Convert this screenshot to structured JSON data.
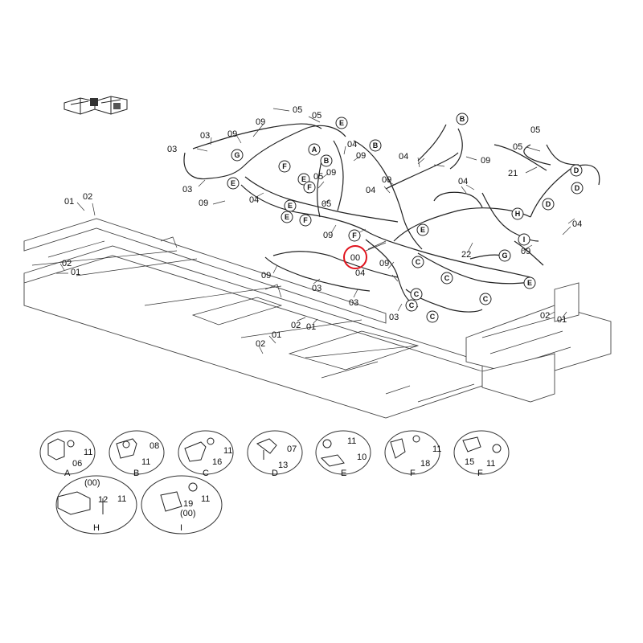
{
  "highlight": {
    "label": "00",
    "color": "#e0141e"
  },
  "callouts": [
    {
      "id": "c1",
      "text": "05"
    },
    {
      "id": "c2",
      "text": "05"
    },
    {
      "id": "c3",
      "text": "09"
    },
    {
      "id": "c4",
      "text": "03"
    },
    {
      "id": "c5",
      "text": "09"
    },
    {
      "id": "c6",
      "text": "03"
    },
    {
      "id": "c7",
      "text": "03"
    },
    {
      "id": "c8",
      "text": "04"
    },
    {
      "id": "c9",
      "text": "09"
    },
    {
      "id": "c10",
      "text": "05"
    },
    {
      "id": "c11",
      "text": "05"
    },
    {
      "id": "c12",
      "text": "04"
    },
    {
      "id": "c13",
      "text": "09"
    },
    {
      "id": "c14",
      "text": "04"
    },
    {
      "id": "c15",
      "text": "09"
    },
    {
      "id": "c16",
      "text": "09"
    },
    {
      "id": "c17",
      "text": "04"
    },
    {
      "id": "c18",
      "text": "04"
    },
    {
      "id": "c19",
      "text": "09"
    },
    {
      "id": "c20",
      "text": "05"
    },
    {
      "id": "c21",
      "text": "05"
    },
    {
      "id": "c22",
      "text": "21"
    },
    {
      "id": "c23",
      "text": "01"
    },
    {
      "id": "c24",
      "text": "02"
    },
    {
      "id": "c25",
      "text": "04"
    },
    {
      "id": "c26",
      "text": "09"
    },
    {
      "id": "c27",
      "text": "22"
    },
    {
      "id": "c28",
      "text": "09"
    },
    {
      "id": "c29",
      "text": "09"
    },
    {
      "id": "c30",
      "text": "04"
    },
    {
      "id": "c31",
      "text": "02"
    },
    {
      "id": "c32",
      "text": "01"
    },
    {
      "id": "c33",
      "text": "09"
    },
    {
      "id": "c34",
      "text": "03"
    },
    {
      "id": "c35",
      "text": "03"
    },
    {
      "id": "c36",
      "text": "03"
    },
    {
      "id": "c37",
      "text": "02"
    },
    {
      "id": "c38",
      "text": "01"
    },
    {
      "id": "c39",
      "text": "01"
    },
    {
      "id": "c40",
      "text": "02"
    },
    {
      "id": "c41",
      "text": "02"
    },
    {
      "id": "c42",
      "text": "01"
    }
  ],
  "connectors": [
    {
      "id": "k1",
      "text": "E"
    },
    {
      "id": "k2",
      "text": "B"
    },
    {
      "id": "k3",
      "text": "A"
    },
    {
      "id": "k4",
      "text": "B"
    },
    {
      "id": "k5",
      "text": "G"
    },
    {
      "id": "k6",
      "text": "F"
    },
    {
      "id": "k7",
      "text": "E"
    },
    {
      "id": "k8",
      "text": "E"
    },
    {
      "id": "k9",
      "text": "F"
    },
    {
      "id": "k10",
      "text": "E"
    },
    {
      "id": "k11",
      "text": "E"
    },
    {
      "id": "k12",
      "text": "F"
    },
    {
      "id": "k13",
      "text": "F"
    },
    {
      "id": "k14",
      "text": "B"
    },
    {
      "id": "k15",
      "text": "D"
    },
    {
      "id": "k16",
      "text": "D"
    },
    {
      "id": "k17",
      "text": "D"
    },
    {
      "id": "k18",
      "text": "H"
    },
    {
      "id": "k19",
      "text": "I"
    },
    {
      "id": "k20",
      "text": "E"
    },
    {
      "id": "k21",
      "text": "G"
    },
    {
      "id": "k22",
      "text": "C"
    },
    {
      "id": "k23",
      "text": "C"
    },
    {
      "id": "k24",
      "text": "C"
    },
    {
      "id": "k25",
      "text": "C"
    },
    {
      "id": "k26",
      "text": "C"
    },
    {
      "id": "k27",
      "text": "E"
    },
    {
      "id": "k28",
      "text": "C"
    }
  ],
  "details": [
    {
      "letter": "A",
      "parts": [
        "11",
        "06"
      ]
    },
    {
      "letter": "B",
      "parts": [
        "08",
        "11"
      ]
    },
    {
      "letter": "C",
      "parts": [
        "11",
        "16"
      ]
    },
    {
      "letter": "D",
      "parts": [
        "07",
        "13"
      ]
    },
    {
      "letter": "E",
      "parts": [
        "11",
        "10"
      ]
    },
    {
      "letter": "F",
      "parts": [
        "11",
        "18"
      ]
    },
    {
      "letter": "F",
      "parts": [
        "15",
        "11"
      ]
    },
    {
      "letter": "H",
      "parts": [
        "(00)",
        "12",
        "11"
      ]
    },
    {
      "letter": "I",
      "parts": [
        "11",
        "19",
        "(00)"
      ]
    }
  ]
}
